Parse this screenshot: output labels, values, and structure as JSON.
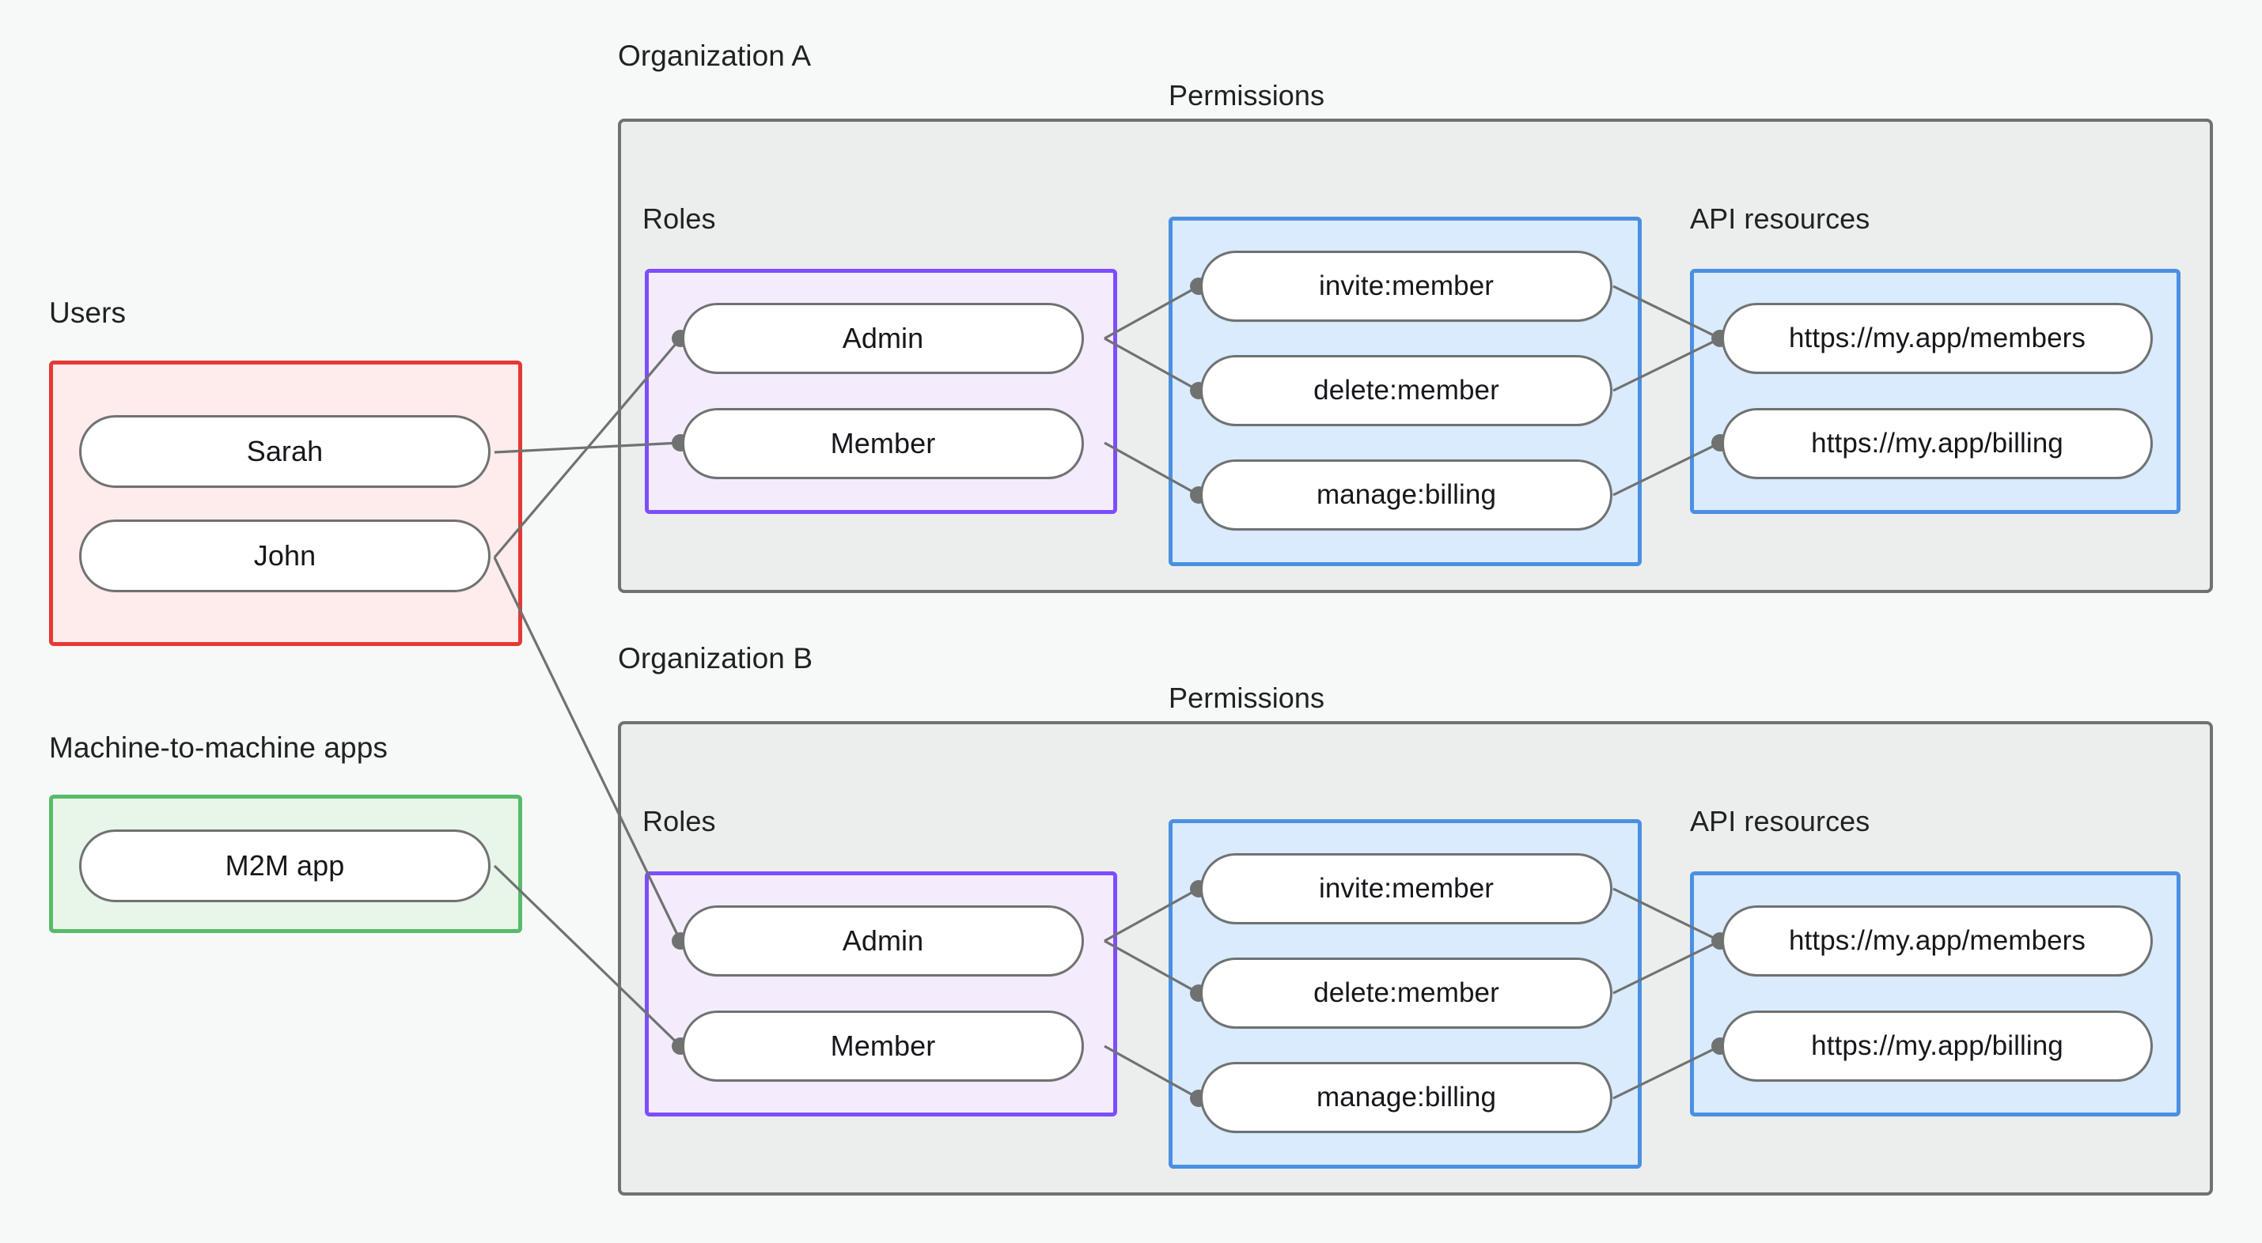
{
  "diagram": {
    "background_color": "#f7f9f8",
    "edge_color": "#6f7271",
    "captions": {
      "users": "Users",
      "m2m_apps": "Machine-to-machine apps",
      "organization_a": "Organization A",
      "organization_b": "Organization B",
      "roles": "Roles",
      "permissions": "Permissions",
      "api_resources": "API resources"
    },
    "colors": {
      "users_border": "#e53935",
      "users_fill": "#fdeceb",
      "m2m_border": "#57bb6a",
      "m2m_fill": "#e8f5e9",
      "roles_border": "#7c4dff",
      "roles_fill": "#f4ecfd",
      "permissions_border": "#4a90e2",
      "permissions_fill": "#d9ebfd",
      "api_border": "#4a90e2",
      "api_fill": "#d9ebfd",
      "org_border": "#6f7271",
      "org_fill": "#eceeed",
      "node_fill": "#ffffff",
      "node_border": "#6f7271"
    },
    "principals": {
      "users": [
        "Sarah",
        "John"
      ],
      "machine_to_machine_apps": [
        "M2M app"
      ]
    },
    "organizations": [
      {
        "name": "Organization A",
        "roles": [
          "Admin",
          "Member"
        ],
        "permissions": [
          "invite:member",
          "delete:member",
          "manage:billing"
        ],
        "api_resources": [
          "https://my.app/members",
          "https://my.app/billing"
        ]
      },
      {
        "name": "Organization B",
        "roles": [
          "Admin",
          "Member"
        ],
        "permissions": [
          "invite:member",
          "delete:member",
          "manage:billing"
        ],
        "api_resources": [
          "https://my.app/members",
          "https://my.app/billing"
        ]
      }
    ],
    "connections": [
      {
        "from": "Sarah",
        "to": "Organization A / Member"
      },
      {
        "from": "John",
        "to": "Organization A / Admin"
      },
      {
        "from": "John",
        "to": "Organization B / Admin"
      },
      {
        "from": "M2M app",
        "to": "Organization B / Member"
      },
      {
        "from": "Organization A / Admin",
        "to": "Organization A / invite:member"
      },
      {
        "from": "Organization A / Admin",
        "to": "Organization A / delete:member"
      },
      {
        "from": "Organization A / Member",
        "to": "Organization A / manage:billing"
      },
      {
        "from": "Organization A / invite:member",
        "to": "Organization A / https://my.app/members"
      },
      {
        "from": "Organization A / delete:member",
        "to": "Organization A / https://my.app/members"
      },
      {
        "from": "Organization A / manage:billing",
        "to": "Organization A / https://my.app/billing"
      },
      {
        "from": "Organization B / Admin",
        "to": "Organization B / invite:member"
      },
      {
        "from": "Organization B / Admin",
        "to": "Organization B / delete:member"
      },
      {
        "from": "Organization B / Member",
        "to": "Organization B / manage:billing"
      },
      {
        "from": "Organization B / invite:member",
        "to": "Organization B / https://my.app/members"
      },
      {
        "from": "Organization B / delete:member",
        "to": "Organization B / https://my.app/members"
      },
      {
        "from": "Organization B / manage:billing",
        "to": "Organization B / https://my.app/billing"
      }
    ]
  }
}
